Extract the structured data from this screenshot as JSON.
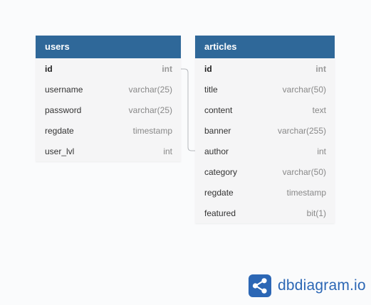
{
  "colors": {
    "header": "#2f6899",
    "relation": "#b5b8bc",
    "brand": "#2c67b5"
  },
  "tables": {
    "users": {
      "name": "users",
      "fields": [
        {
          "name": "id",
          "type": "int"
        },
        {
          "name": "username",
          "type": "varchar(25)"
        },
        {
          "name": "password",
          "type": "varchar(25)"
        },
        {
          "name": "regdate",
          "type": "timestamp"
        },
        {
          "name": "user_lvl",
          "type": "int"
        }
      ]
    },
    "articles": {
      "name": "articles",
      "fields": [
        {
          "name": "id",
          "type": "int"
        },
        {
          "name": "title",
          "type": "varchar(50)"
        },
        {
          "name": "content",
          "type": "text"
        },
        {
          "name": "banner",
          "type": "varchar(255)"
        },
        {
          "name": "author",
          "type": "int"
        },
        {
          "name": "category",
          "type": "varchar(50)"
        },
        {
          "name": "regdate",
          "type": "timestamp"
        },
        {
          "name": "featured",
          "type": "bit(1)"
        }
      ]
    }
  },
  "relation": {
    "from": "users.id",
    "to": "articles.author"
  },
  "brand": {
    "icon": "share-nodes-icon",
    "name": "dbdiagram.io"
  }
}
